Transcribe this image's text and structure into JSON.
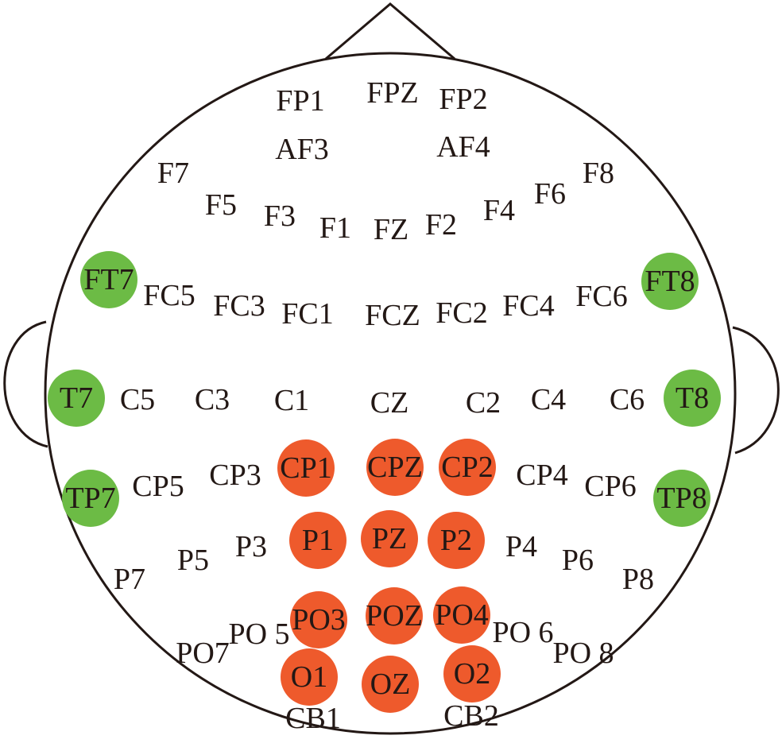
{
  "colors": {
    "outline": "#231815",
    "text": "#231815",
    "temporal_highlight": "#6cbb45",
    "parietal_highlight": "#ee5a2c"
  },
  "electrodes": [
    {
      "label": "FP1",
      "highlight": "none"
    },
    {
      "label": "FPZ",
      "highlight": "none"
    },
    {
      "label": "FP2",
      "highlight": "none"
    },
    {
      "label": "AF3",
      "highlight": "none"
    },
    {
      "label": "AF4",
      "highlight": "none"
    },
    {
      "label": "F7",
      "highlight": "none"
    },
    {
      "label": "F5",
      "highlight": "none"
    },
    {
      "label": "F3",
      "highlight": "none"
    },
    {
      "label": "F1",
      "highlight": "none"
    },
    {
      "label": "FZ",
      "highlight": "none"
    },
    {
      "label": "F2",
      "highlight": "none"
    },
    {
      "label": "F4",
      "highlight": "none"
    },
    {
      "label": "F6",
      "highlight": "none"
    },
    {
      "label": "F8",
      "highlight": "none"
    },
    {
      "label": "FT7",
      "highlight": "green"
    },
    {
      "label": "FC5",
      "highlight": "none"
    },
    {
      "label": "FC3",
      "highlight": "none"
    },
    {
      "label": "FC1",
      "highlight": "none"
    },
    {
      "label": "FCZ",
      "highlight": "none"
    },
    {
      "label": "FC2",
      "highlight": "none"
    },
    {
      "label": "FC4",
      "highlight": "none"
    },
    {
      "label": "FC6",
      "highlight": "none"
    },
    {
      "label": "FT8",
      "highlight": "green"
    },
    {
      "label": "T7",
      "highlight": "green"
    },
    {
      "label": "C5",
      "highlight": "none"
    },
    {
      "label": "C3",
      "highlight": "none"
    },
    {
      "label": "C1",
      "highlight": "none"
    },
    {
      "label": "CZ",
      "highlight": "none"
    },
    {
      "label": "C2",
      "highlight": "none"
    },
    {
      "label": "C4",
      "highlight": "none"
    },
    {
      "label": "C6",
      "highlight": "none"
    },
    {
      "label": "T8",
      "highlight": "green"
    },
    {
      "label": "TP7",
      "highlight": "green"
    },
    {
      "label": "CP5",
      "highlight": "none"
    },
    {
      "label": "CP3",
      "highlight": "none"
    },
    {
      "label": "CP1",
      "highlight": "orange"
    },
    {
      "label": "CPZ",
      "highlight": "orange"
    },
    {
      "label": "CP2",
      "highlight": "orange"
    },
    {
      "label": "CP4",
      "highlight": "none"
    },
    {
      "label": "CP6",
      "highlight": "none"
    },
    {
      "label": "TP8",
      "highlight": "green"
    },
    {
      "label": "P7",
      "highlight": "none"
    },
    {
      "label": "P5",
      "highlight": "none"
    },
    {
      "label": "P3",
      "highlight": "none"
    },
    {
      "label": "P1",
      "highlight": "orange"
    },
    {
      "label": "PZ",
      "highlight": "orange"
    },
    {
      "label": "P2",
      "highlight": "orange"
    },
    {
      "label": "P4",
      "highlight": "none"
    },
    {
      "label": "P6",
      "highlight": "none"
    },
    {
      "label": "P8",
      "highlight": "none"
    },
    {
      "label": "PO7",
      "highlight": "none"
    },
    {
      "label": "PO 5",
      "highlight": "none"
    },
    {
      "label": "PO3",
      "highlight": "orange"
    },
    {
      "label": "POZ",
      "highlight": "orange"
    },
    {
      "label": "PO4",
      "highlight": "orange"
    },
    {
      "label": "PO 6",
      "highlight": "none"
    },
    {
      "label": "PO 8",
      "highlight": "none"
    },
    {
      "label": "O1",
      "highlight": "orange"
    },
    {
      "label": "OZ",
      "highlight": "orange"
    },
    {
      "label": "O2",
      "highlight": "orange"
    },
    {
      "label": "CB1",
      "highlight": "none"
    },
    {
      "label": "CB2",
      "highlight": "none"
    }
  ]
}
